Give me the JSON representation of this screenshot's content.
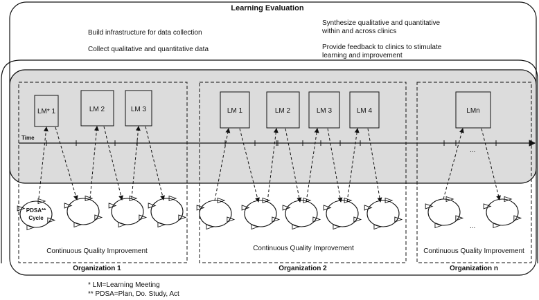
{
  "title": "Learning Evaluation",
  "evaluation_activities": {
    "left_1": "Build infrastructure for data collection",
    "left_2": "Collect qualitative and quantitative data",
    "right_1_line1": "Synthesize qualitative and quantitative",
    "right_1_line2": "within and across clinics",
    "right_2_line1": "Provide feedback to clinics to stimulate",
    "right_2_line2": "learning and improvement"
  },
  "time_label": "Time",
  "organizations": [
    {
      "name": "Organization 1",
      "cqi_label": "Continuous Quality Improvement",
      "learning_meetings": [
        "LM* 1",
        "LM 2",
        "LM 3"
      ],
      "pdsa_first_label": [
        "PDSA**",
        "Cycle"
      ]
    },
    {
      "name": "Organization 2",
      "cqi_label": "Continuous Quality Improvement",
      "learning_meetings": [
        "LM 1",
        "LM 2",
        "LM 3",
        "LM 4"
      ]
    },
    {
      "name": "Organization n",
      "cqi_label": "Continuous Quality Improvement",
      "learning_meetings": [
        "LMn"
      ],
      "ellipsis": "..."
    }
  ],
  "footnotes": {
    "lm": "* LM=Learning Meeting",
    "pdsa": "** PDSA=Plan, Do. Study, Act"
  }
}
